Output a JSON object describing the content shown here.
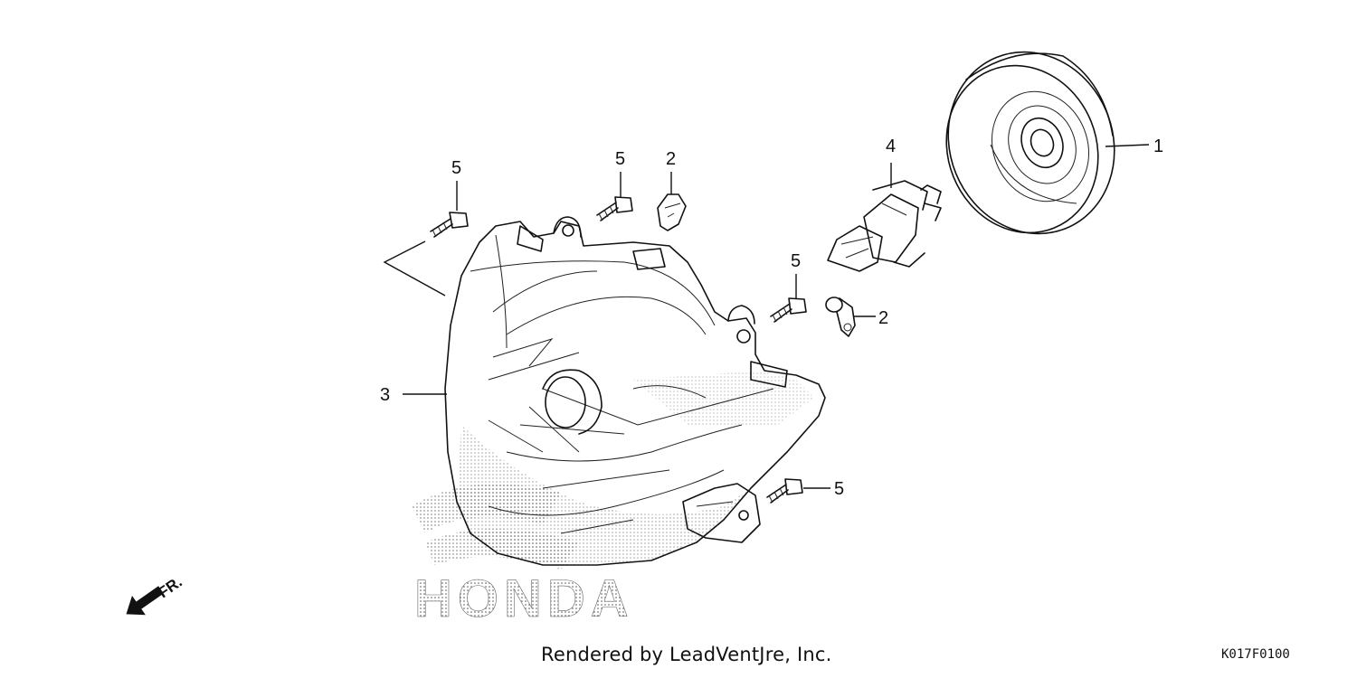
{
  "callouts": {
    "part_1": "1",
    "part_2_upper": "2",
    "part_2_lower": "2",
    "part_3": "3",
    "part_4": "4",
    "part_5_top_left": "5",
    "part_5_top_mid": "5",
    "part_5_mid": "5",
    "part_5_bottom": "5"
  },
  "orientation": {
    "label": "FR."
  },
  "watermark": {
    "text": "HONDA"
  },
  "footer": {
    "credit": "Rendered by LeadVentJre, Inc.",
    "diagram_code": "K017F0100"
  },
  "icons": {
    "front_arrow": "arrow-down-left-icon"
  }
}
